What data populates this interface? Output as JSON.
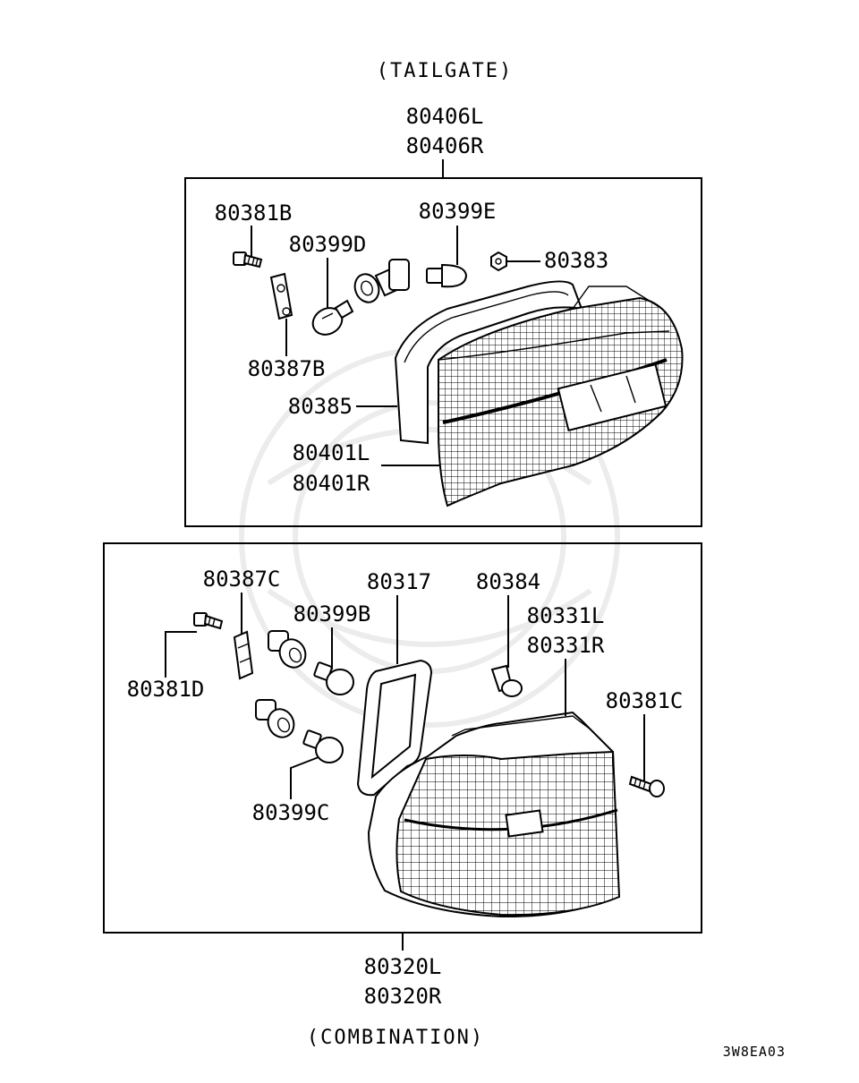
{
  "captions": {
    "top": "(TAILGATE)",
    "bottom": "(COMBINATION)",
    "code": "3W8EA03"
  },
  "tailgate": {
    "assembly": [
      "80406L",
      "80406R"
    ],
    "parts": {
      "p80381B": "80381B",
      "p80399E": "80399E",
      "p80399D": "80399D",
      "p80383": "80383",
      "p80387B": "80387B",
      "p80385": "80385",
      "lens": [
        "80401L",
        "80401R"
      ]
    }
  },
  "combination": {
    "assembly": [
      "80320L",
      "80320R"
    ],
    "parts": {
      "p80387C": "80387C",
      "p80317": "80317",
      "p80384": "80384",
      "p80399B": "80399B",
      "gasket": [
        "80331L",
        "80331R"
      ],
      "p80381D": "80381D",
      "p80381C": "80381C",
      "p80399C": "80399C"
    }
  }
}
